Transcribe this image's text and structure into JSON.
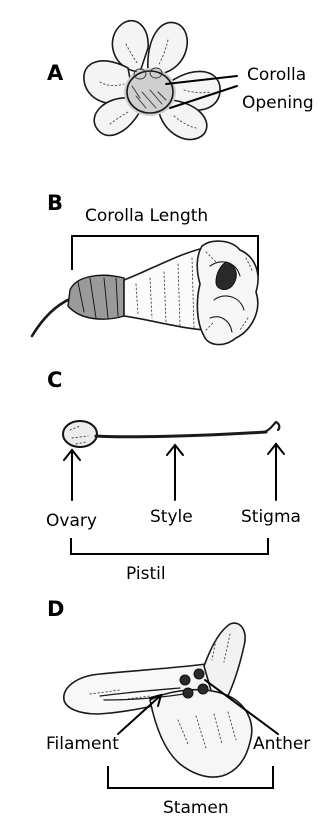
{
  "panels": {
    "a": {
      "letter": "A",
      "label_line1": "Corolla",
      "label_line2": "Opening"
    },
    "b": {
      "letter": "B",
      "label": "Corolla Length"
    },
    "c": {
      "letter": "C",
      "ovary": "Ovary",
      "style": "Style",
      "stigma": "Stigma",
      "group": "Pistil"
    },
    "d": {
      "letter": "D",
      "filament": "Filament",
      "anther": "Anther",
      "group": "Stamen"
    }
  }
}
